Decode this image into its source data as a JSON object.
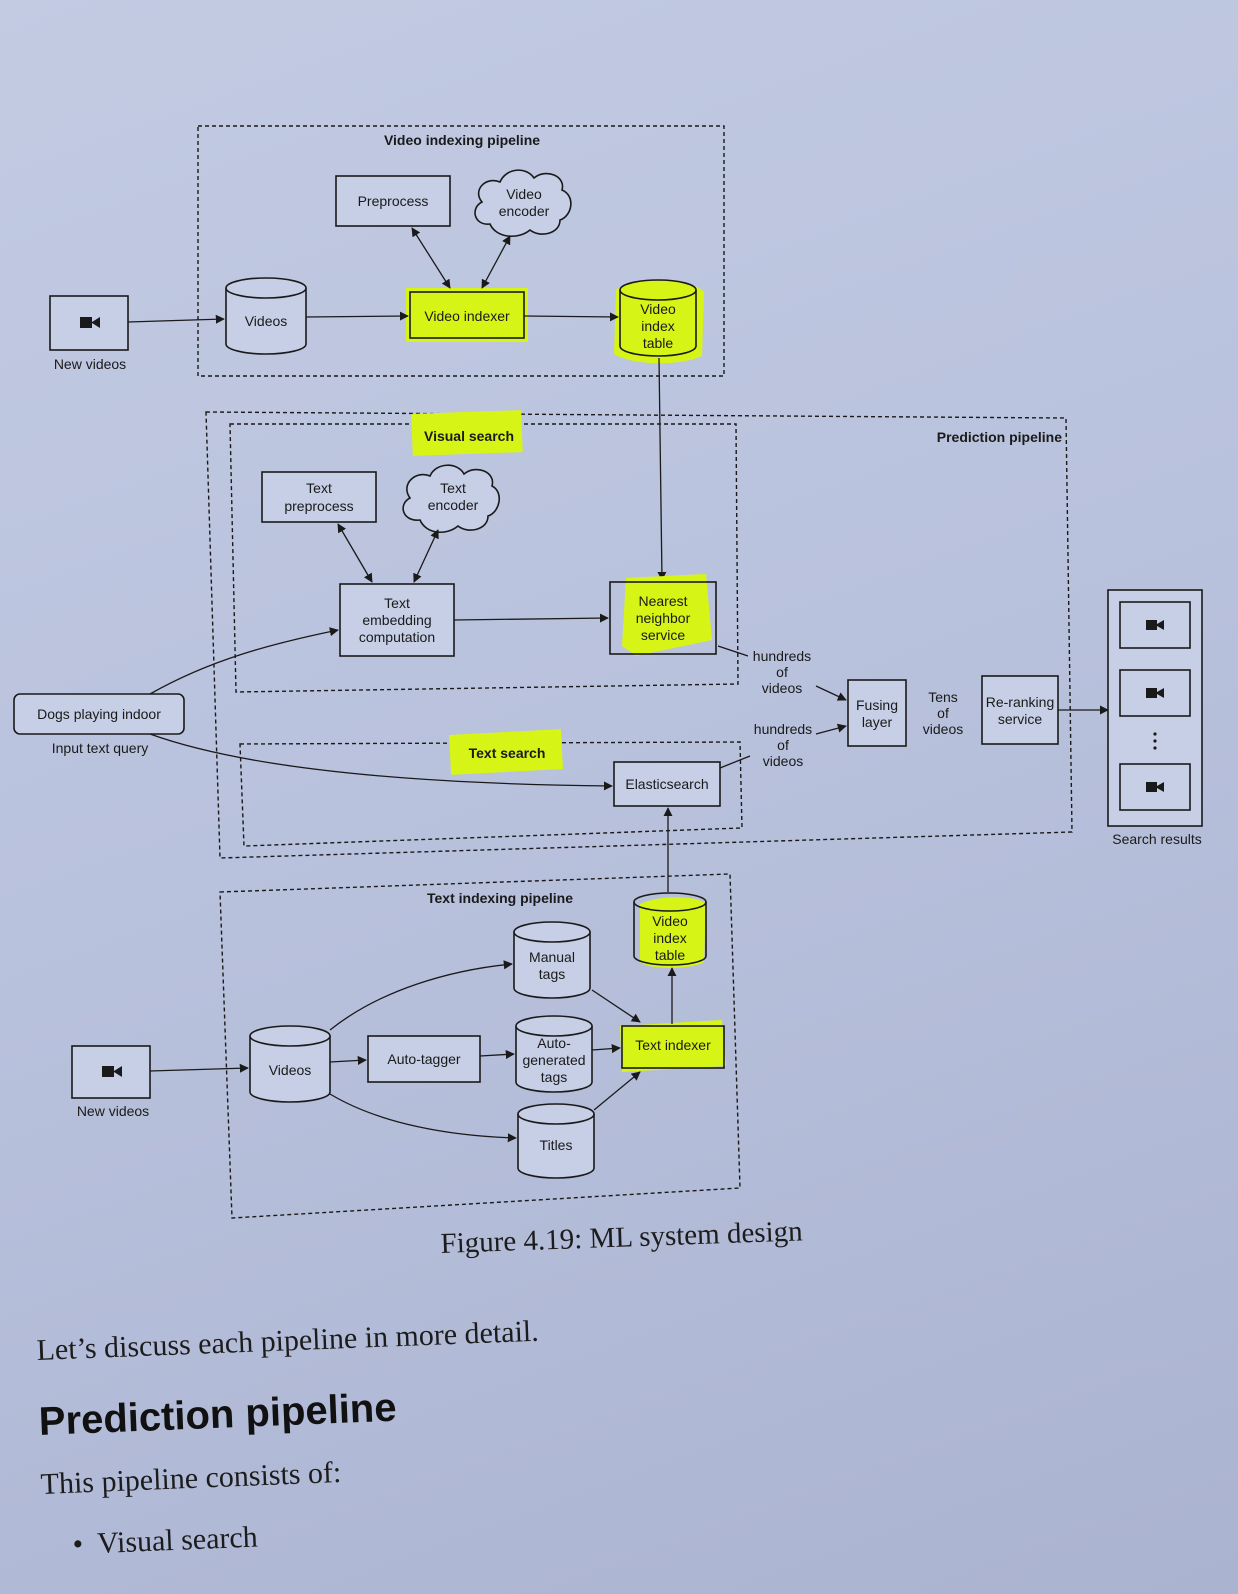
{
  "diagram": {
    "groups": {
      "video_indexing": "Video indexing pipeline",
      "prediction": "Prediction pipeline",
      "visual_search": "Visual search",
      "text_search": "Text search",
      "text_indexing": "Text indexing pipeline"
    },
    "nodes": {
      "new_videos_1": "New videos",
      "videos_1": "Videos",
      "preprocess": "Preprocess",
      "video_encoder": [
        "Video",
        "encoder"
      ],
      "video_indexer": "Video indexer",
      "video_index_table_1": [
        "Video",
        "index",
        "table"
      ],
      "text_preprocess": [
        "Text",
        "preprocess"
      ],
      "text_encoder": [
        "Text",
        "encoder"
      ],
      "text_embedding": [
        "Text",
        "embedding",
        "computation"
      ],
      "nearest_neighbor": [
        "Nearest",
        "neighbor",
        "service"
      ],
      "input_query": "Dogs playing indoor",
      "input_query_label": "Input text query",
      "elasticsearch": "Elasticsearch",
      "fusing_layer": [
        "Fusing",
        "layer"
      ],
      "reranking": [
        "Re-ranking",
        "service"
      ],
      "search_results": "Search results",
      "manual_tags": [
        "Manual",
        "tags"
      ],
      "videos_2": "Videos",
      "new_videos_2": "New videos",
      "auto_tagger": "Auto-tagger",
      "auto_tags": [
        "Auto-",
        "generated",
        "tags"
      ],
      "titles": "Titles",
      "text_indexer": "Text indexer",
      "video_index_table_2": [
        "Video",
        "index",
        "table"
      ]
    },
    "edge_labels": {
      "hundreds_1": [
        "hundreds",
        "of",
        "videos"
      ],
      "hundreds_2": [
        "hundreds",
        "of",
        "videos"
      ],
      "tens": [
        "Tens",
        "of",
        "videos"
      ]
    },
    "icons": {
      "video": "video-camera-icon",
      "ellipsis": "vertical-ellipsis-icon"
    }
  },
  "caption": "Figure 4.19: ML system design",
  "body": {
    "intro": "Let’s discuss each pipeline in more detail.",
    "heading": "Prediction pipeline",
    "para": "This pipeline consists of:",
    "bullets": [
      "Visual search"
    ]
  },
  "colors": {
    "highlight": "#d6f516",
    "page": "#c3cbe3"
  }
}
